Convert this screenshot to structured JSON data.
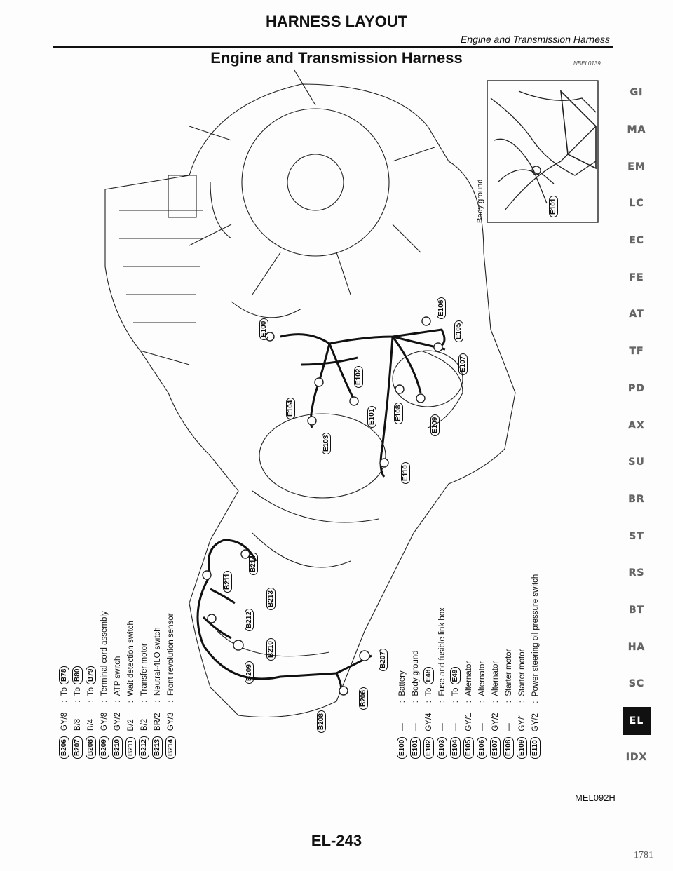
{
  "header": {
    "title": "HARNESS LAYOUT",
    "subtitle": "Engine and Transmission Harness"
  },
  "section": {
    "title": "Engine and Transmission Harness",
    "ref_code": "NBEL0139"
  },
  "inset": {
    "label": "Body ground",
    "connector": "E101"
  },
  "diagram_connectors": [
    "E100",
    "E106",
    "E105",
    "E107",
    "E102",
    "E104",
    "E101",
    "E108",
    "E109",
    "E103",
    "E110",
    "B211",
    "B214",
    "B213",
    "B212",
    "B210",
    "B209",
    "B207",
    "B206",
    "B208"
  ],
  "legend_b": [
    {
      "id": "B206",
      "wire": "GY/8",
      "desc": "To",
      "ref": "B78"
    },
    {
      "id": "B207",
      "wire": "B/8",
      "desc": "To",
      "ref": "B80"
    },
    {
      "id": "B208",
      "wire": "B/4",
      "desc": "To",
      "ref": "B79"
    },
    {
      "id": "B209",
      "wire": "GY/8",
      "desc": "Terminal cord assembly",
      "ref": ""
    },
    {
      "id": "B210",
      "wire": "GY/2",
      "desc": "ATP switch",
      "ref": ""
    },
    {
      "id": "B211",
      "wire": "B/2",
      "desc": "Wait detection switch",
      "ref": ""
    },
    {
      "id": "B212",
      "wire": "B/2",
      "desc": "Transfer motor",
      "ref": ""
    },
    {
      "id": "B213",
      "wire": "BR/2",
      "desc": "Neutral-4LO switch",
      "ref": ""
    },
    {
      "id": "B214",
      "wire": "GY/3",
      "desc": "Front revolution sensor",
      "ref": ""
    }
  ],
  "legend_e": [
    {
      "id": "E100",
      "wire": "—",
      "desc": "Battery",
      "ref": ""
    },
    {
      "id": "E101",
      "wire": "—",
      "desc": "Body ground",
      "ref": ""
    },
    {
      "id": "E102",
      "wire": "GY/4",
      "desc": "To",
      "ref": "E48"
    },
    {
      "id": "E103",
      "wire": "—",
      "desc": "Fuse and fusible link box",
      "ref": ""
    },
    {
      "id": "E104",
      "wire": "—",
      "desc": "To",
      "ref": "E49"
    },
    {
      "id": "E105",
      "wire": "GY/1",
      "desc": "Alternator",
      "ref": ""
    },
    {
      "id": "E106",
      "wire": "—",
      "desc": "Alternator",
      "ref": ""
    },
    {
      "id": "E107",
      "wire": "GY/2",
      "desc": "Alternator",
      "ref": ""
    },
    {
      "id": "E108",
      "wire": "—",
      "desc": "Starter motor",
      "ref": ""
    },
    {
      "id": "E109",
      "wire": "GY/1",
      "desc": "Starter motor",
      "ref": ""
    },
    {
      "id": "E110",
      "wire": "GY/2",
      "desc": "Power steering oil pressure switch",
      "ref": ""
    }
  ],
  "side_nav": [
    "GI",
    "MA",
    "EM",
    "LC",
    "EC",
    "FE",
    "AT",
    "TF",
    "PD",
    "AX",
    "SU",
    "BR",
    "ST",
    "RS",
    "BT",
    "HA",
    "SC",
    "EL",
    "IDX"
  ],
  "side_nav_active": "EL",
  "footer": {
    "figure_code": "MEL092H",
    "page": "EL-243",
    "stamp": "1781"
  }
}
